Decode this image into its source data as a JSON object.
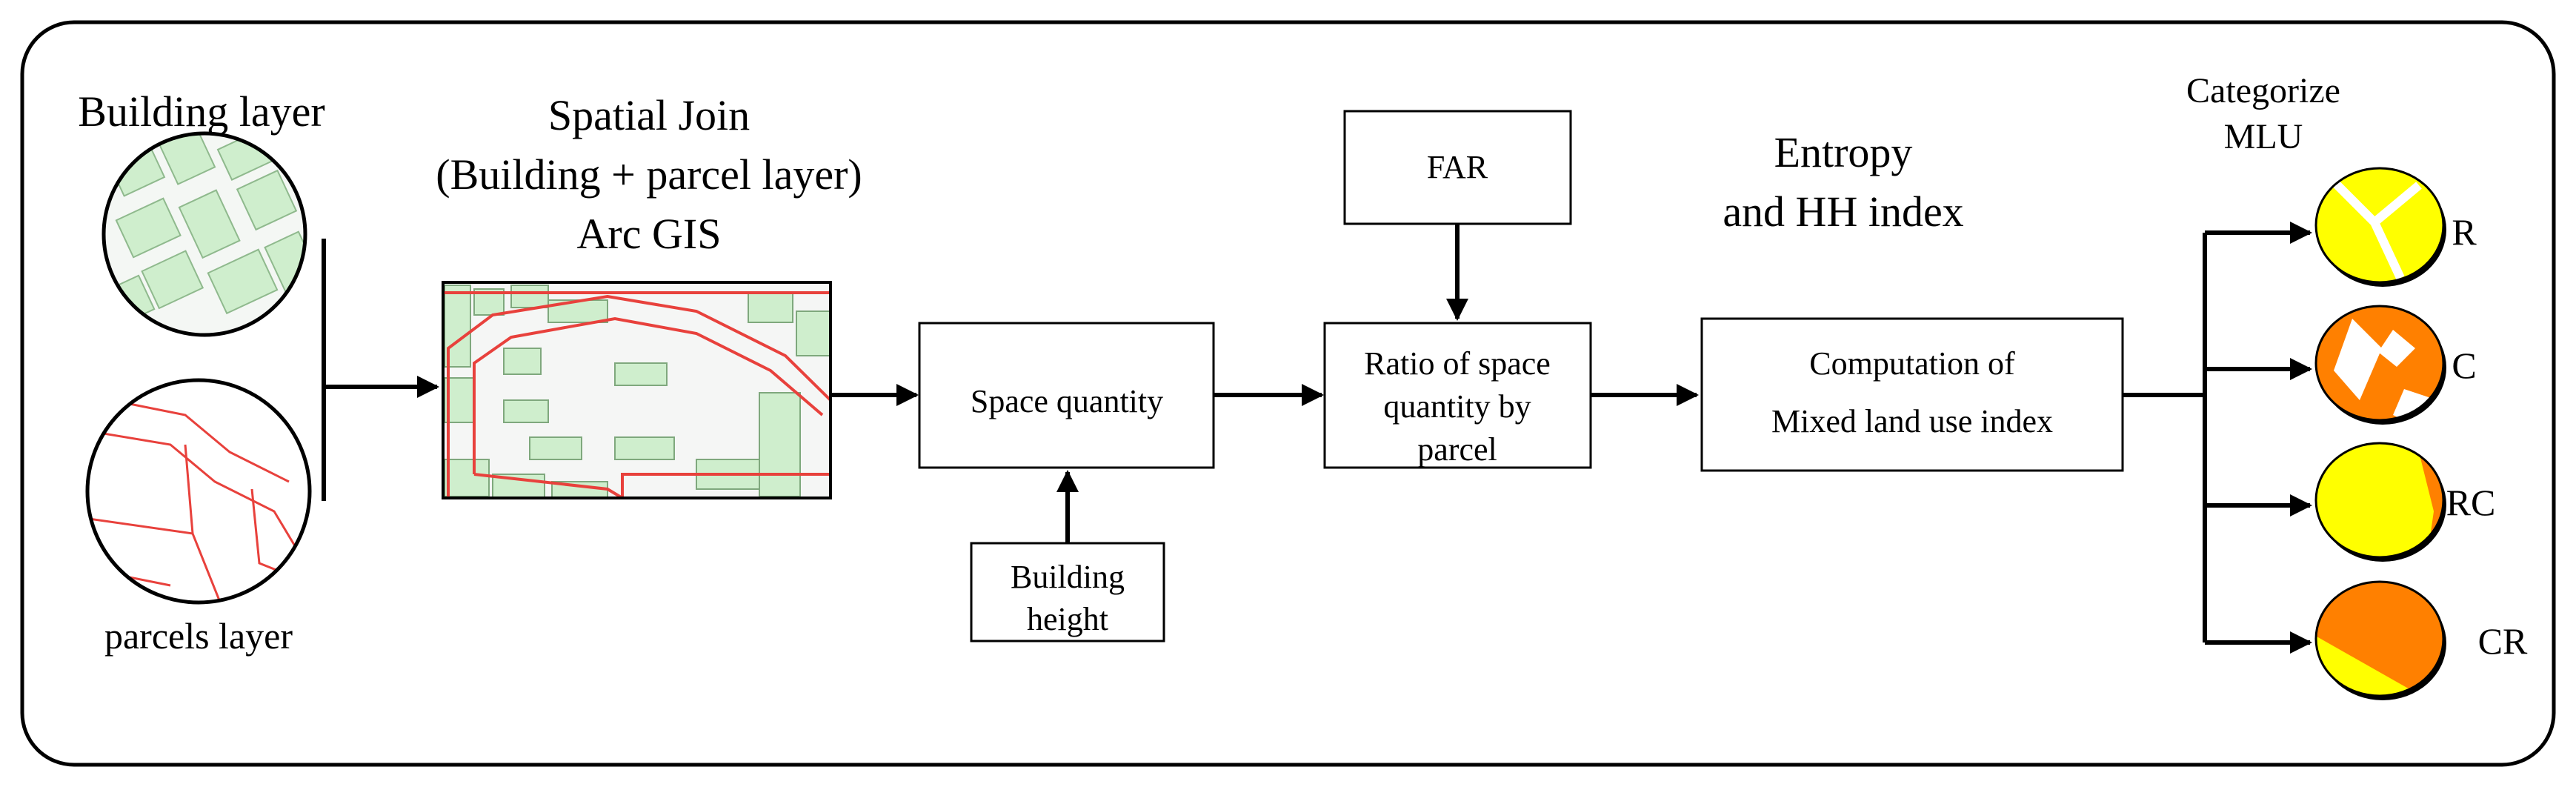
{
  "building_layer": {
    "title": "Building layer"
  },
  "parcels_layer": {
    "caption": "parcels layer"
  },
  "spatial_join": {
    "line1": "Spatial Join",
    "line2": "(Building + parcel layer)",
    "line3": "Arc GIS"
  },
  "space_quantity": {
    "label": "Space quantity"
  },
  "building_height": {
    "line1": "Building",
    "line2": "height"
  },
  "far": {
    "label": "FAR"
  },
  "ratio": {
    "line1": "Ratio of space",
    "line2": "quantity by",
    "line3": "parcel"
  },
  "entropy": {
    "line1": "Entropy",
    "line2": "and HH index"
  },
  "computation": {
    "line1": "Computation of",
    "line2": "Mixed land use index"
  },
  "categorize": {
    "line1": "Categorize",
    "line2": "MLU"
  },
  "categories": [
    {
      "label": "R"
    },
    {
      "label": "C"
    },
    {
      "label": "RC"
    },
    {
      "label": "CR"
    }
  ],
  "colors": {
    "building_fill": "#cfeecd",
    "parcel_line": "#e8413c",
    "residential": "#ffff00",
    "commercial": "#ff8000",
    "stroke": "#000000"
  }
}
